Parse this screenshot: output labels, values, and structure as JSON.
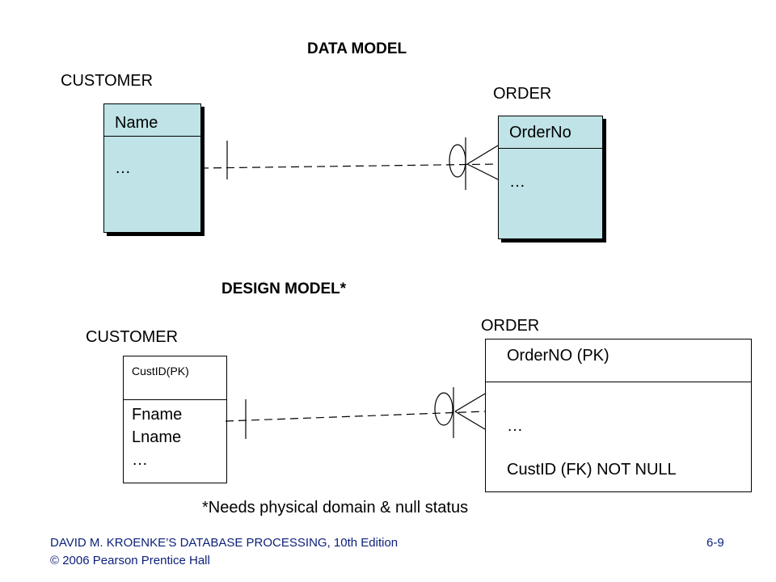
{
  "data_model": {
    "title": "DATA MODEL",
    "customer": {
      "label": "CUSTOMER",
      "header": "Name",
      "body": "…"
    },
    "order": {
      "label": "ORDER",
      "header": "OrderNo",
      "body": "…"
    }
  },
  "design_model": {
    "title": "DESIGN MODEL*",
    "customer": {
      "label": "CUSTOMER",
      "header": "CustID(PK)",
      "body": [
        "Fname",
        "Lname",
        "…"
      ]
    },
    "order": {
      "label": "ORDER",
      "header": "OrderNO (PK)",
      "body": [
        "…",
        "CustID (FK)  NOT NULL"
      ]
    }
  },
  "footnote": "*Needs physical domain & null status",
  "footer": {
    "line1": "DAVID M. KROENKE’S DATABASE PROCESSING, 10th Edition",
    "line2": "© 2006 Pearson Prentice Hall",
    "slide_number": "6-9"
  },
  "colors": {
    "entity_fill": "#bfe3e6",
    "footer_text": "#0b1f7a"
  }
}
